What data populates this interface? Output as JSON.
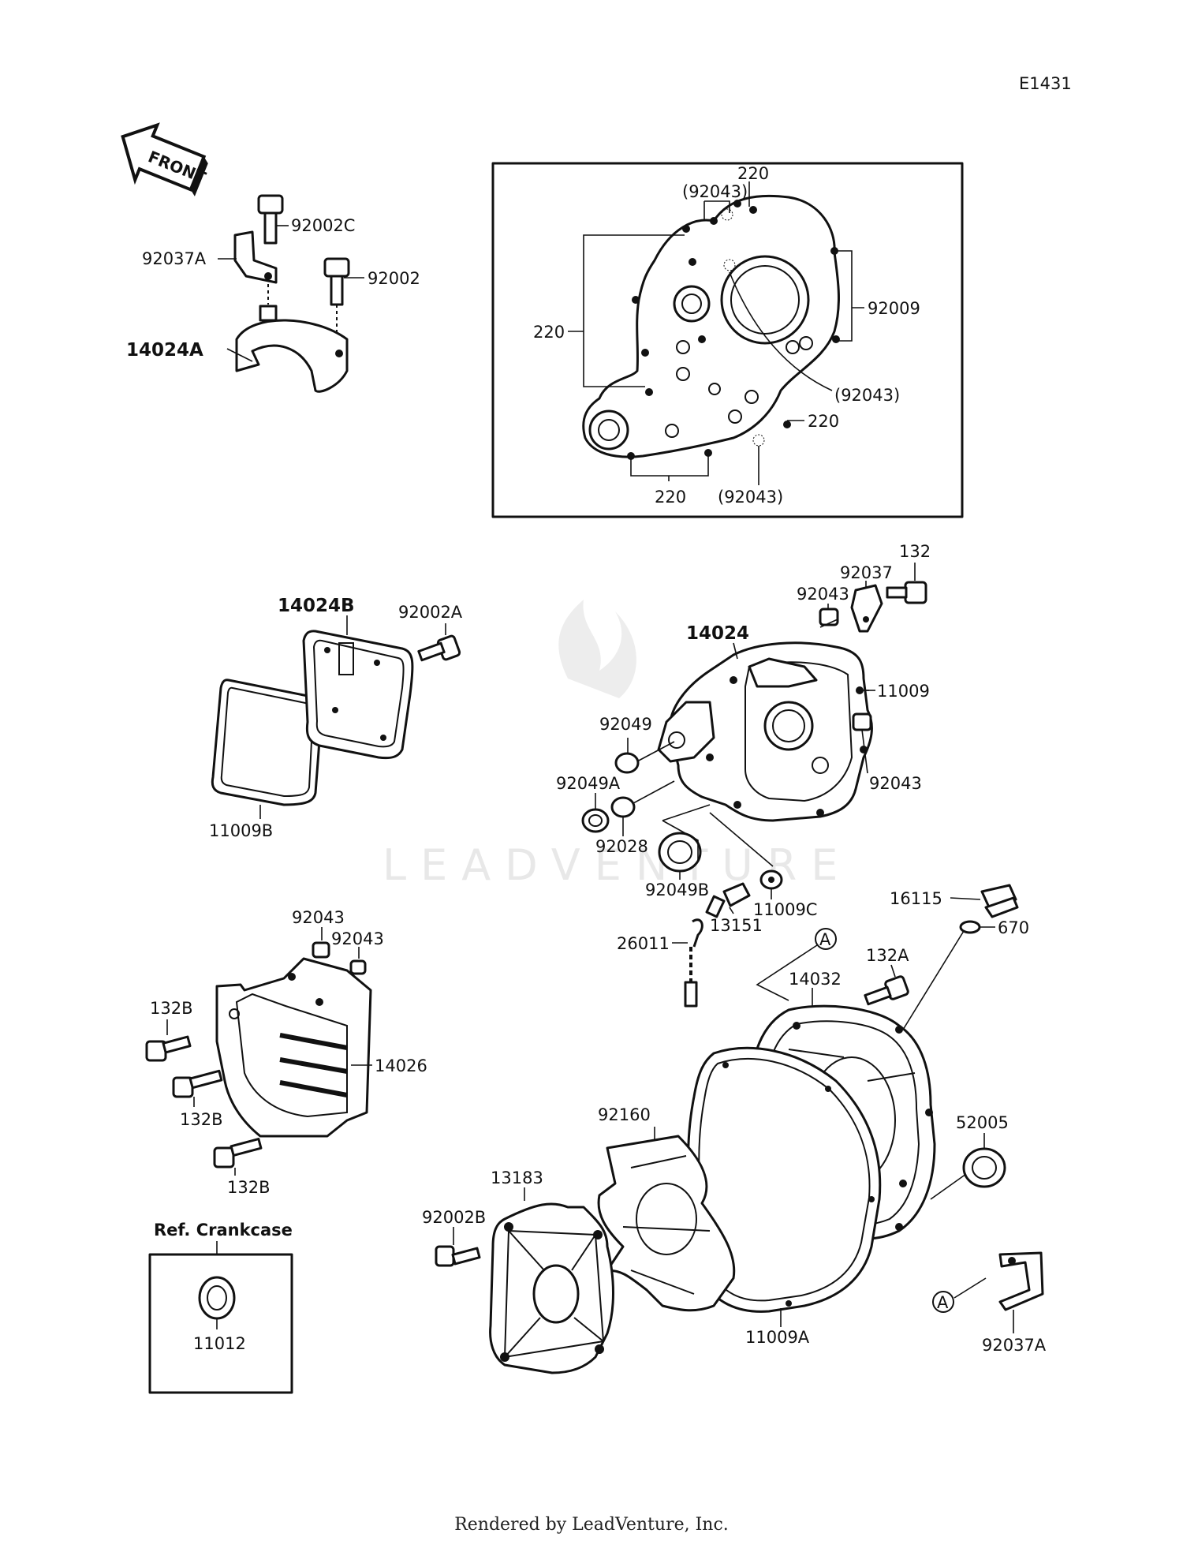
{
  "diagram_code": "E1431",
  "front_arrow": "FRONT",
  "watermark": "LEADVENTURE",
  "labels": {
    "92002C": "92002C",
    "92037A_top": "92037A",
    "92002": "92002",
    "14024A": "14024A",
    "220_top": "220",
    "92043_p1": "(92043)",
    "220_left": "220",
    "92009": "92009",
    "92043_p2": "(92043)",
    "220_right": "220",
    "220_bottom": "220",
    "92043_p3": "(92043)",
    "14024B": "14024B",
    "92002A": "92002A",
    "11009B": "11009B",
    "132": "132",
    "92037": "92037",
    "92043_a": "92043",
    "14024": "14024",
    "11009": "11009",
    "92049": "92049",
    "92043_b": "92043",
    "92049A": "92049A",
    "92028": "92028",
    "92049B": "92049B",
    "11009C": "11009C",
    "13151": "13151",
    "26011": "26011",
    "16115": "16115",
    "670": "670",
    "A_top": "A",
    "132A": "132A",
    "14032": "14032",
    "92043_c": "92043",
    "92043_d": "92043",
    "132B_a": "132B",
    "14026": "14026",
    "132B_b": "132B",
    "132B_c": "132B",
    "92160": "92160",
    "52005": "52005",
    "13183": "13183",
    "92002B": "92002B",
    "11009A": "11009A",
    "A_bottom": "A",
    "92037A_bottom": "92037A",
    "ref_crankcase": "Ref. Crankcase",
    "11012": "11012"
  },
  "footer": "Rendered by LeadVenture, Inc."
}
